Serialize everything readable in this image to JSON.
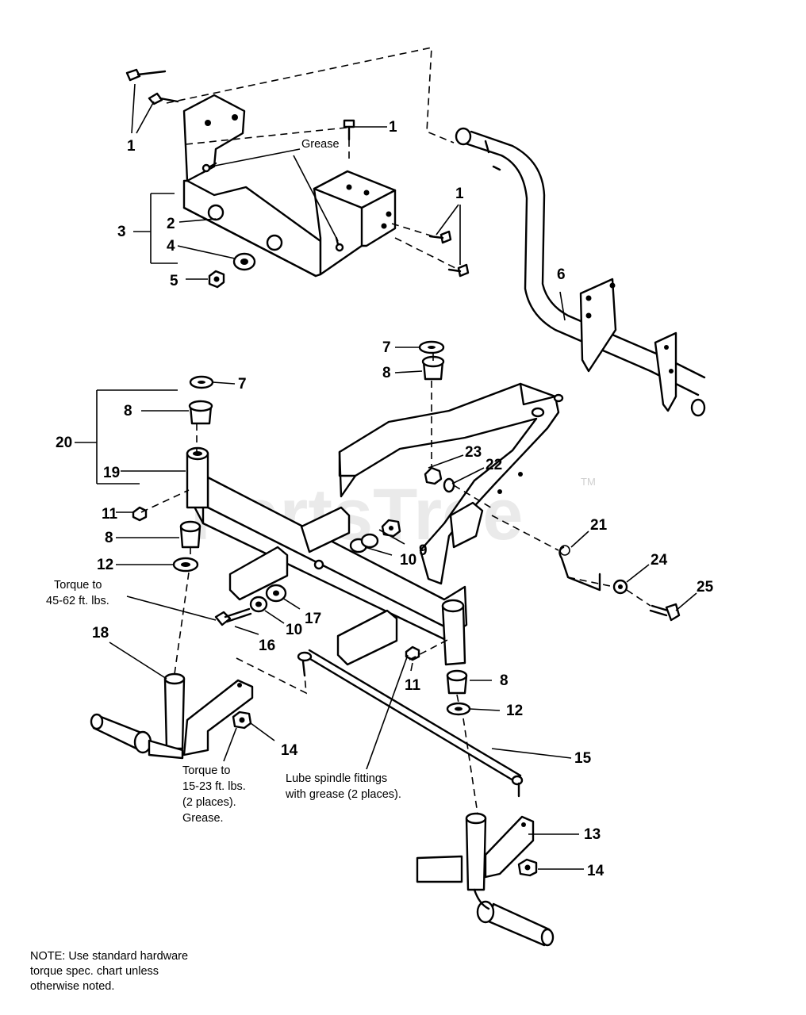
{
  "diagram": {
    "watermark": "PartsTree",
    "watermark_tm": "TM",
    "callouts": [
      "1",
      "1",
      "1",
      "2",
      "3",
      "4",
      "5",
      "6",
      "7",
      "7",
      "8",
      "8",
      "8",
      "8",
      "9",
      "10",
      "10",
      "11",
      "11",
      "12",
      "12",
      "13",
      "14",
      "14",
      "15",
      "16",
      "17",
      "18",
      "19",
      "20",
      "21",
      "22",
      "23",
      "24",
      "25"
    ],
    "notes": {
      "grease": "Grease",
      "torque_a_line1": "Torque to",
      "torque_a_line2": "45-62 ft. lbs.",
      "torque_b_line1": "Torque to",
      "torque_b_line2": "15-23 ft. lbs.",
      "torque_b_line3": "(2 places).",
      "torque_b_line4": "Grease.",
      "lube_line1": "Lube spindle fittings",
      "lube_line2": "with grease (2 places).",
      "footer_line1": "NOTE: Use standard hardware",
      "footer_line2": "torque spec. chart unless",
      "footer_line3": "otherwise noted."
    }
  }
}
